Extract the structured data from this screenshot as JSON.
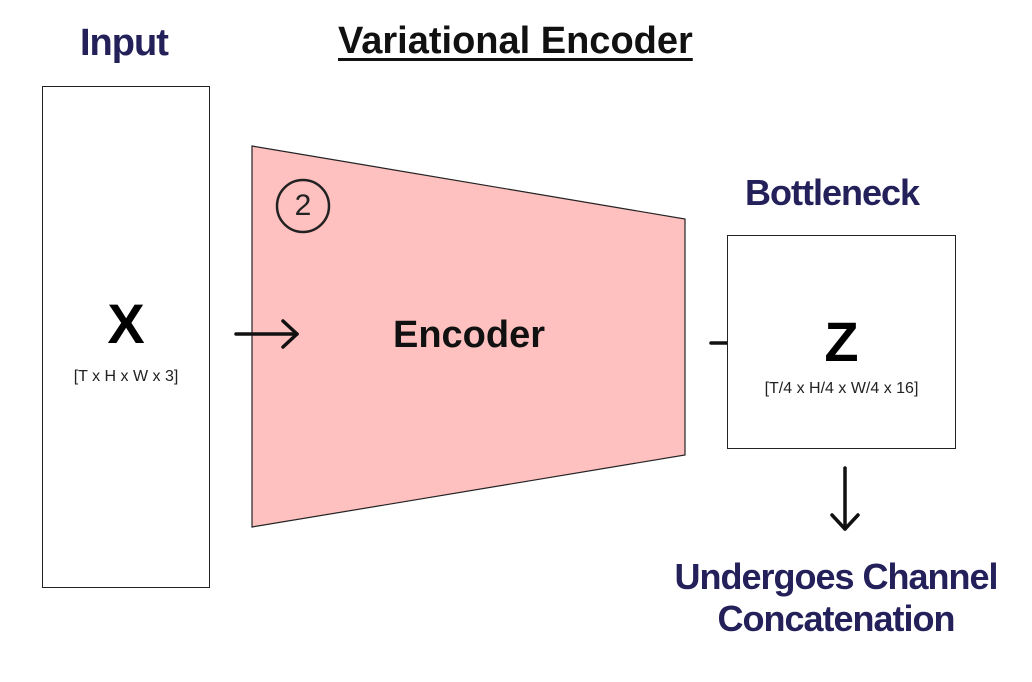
{
  "title": "Variational Encoder",
  "input": {
    "label": "Input",
    "variable": "X",
    "shape": "[T x H x W x 3]"
  },
  "encoder": {
    "label": "Encoder",
    "step_number": "2",
    "fill_color": "#ffc0c0"
  },
  "bottleneck": {
    "label": "Bottleneck",
    "variable": "Z",
    "shape": "[T/4 x H/4 x W/4 x 16]"
  },
  "output_note": "Undergoes Channel Concatenation",
  "colors": {
    "heading": "#23205a",
    "outline": "#222222"
  }
}
